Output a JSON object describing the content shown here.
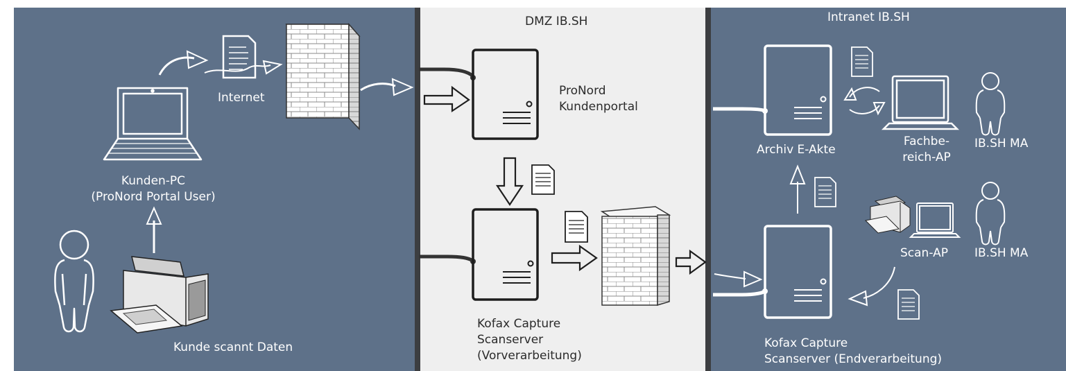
{
  "zones": {
    "dmz_title": "DMZ IB.SH",
    "intranet_title": "Intranet IB.SH"
  },
  "labels": {
    "internet": "Internet",
    "kunden_pc_line1": "Kunden-PC",
    "kunden_pc_line2": "(ProNord Portal User)",
    "kunde_scannt": "Kunde scannt Daten",
    "pronord_line1": "ProNord",
    "pronord_line2": "Kundenportal",
    "kofax_dmz_line1": "Kofax Capture",
    "kofax_dmz_line2": "Scanserver",
    "kofax_dmz_line3": "(Vorverarbeitung)",
    "archiv": "Archiv E-Akte",
    "fachbereich_line1": "Fachbe-",
    "fachbereich_line2": "reich-AP",
    "ibsh_ma_top": "IB.SH MA",
    "scan_ap": "Scan-AP",
    "ibsh_ma_bottom": "IB.SH MA",
    "kofax_intra_line1": "Kofax Capture",
    "kofax_intra_line2": "Scanserver (Endverarbeitung)"
  },
  "colors": {
    "zone_blue": "#5e7189",
    "zone_grey": "#efefef",
    "divider": "#3c3e41",
    "stroke_light": "#ffffff",
    "stroke_dark": "#1e1e1e"
  }
}
